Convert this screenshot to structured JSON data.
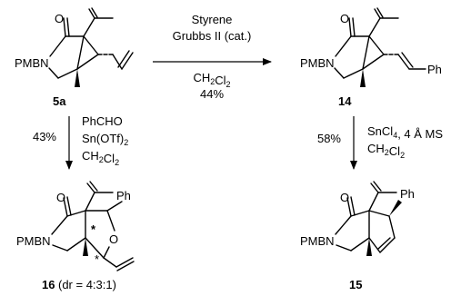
{
  "compounds": {
    "c5a": {
      "group": "PMBN",
      "oxygen": "O",
      "label": "5a"
    },
    "c14": {
      "group": "PMBN",
      "oxygen": "O",
      "substituent": "Ph",
      "label": "14"
    },
    "c16": {
      "group": "PMBN",
      "oxygen": "O",
      "ring_oxygen": "O",
      "substituent": "Ph",
      "stereo_mark_1": "*",
      "stereo_mark_2": "*",
      "label": "16",
      "note": "(dr = 4:3:1)"
    },
    "c15": {
      "group": "PMBN",
      "oxygen": "O",
      "substituent": "Ph",
      "label": "15"
    }
  },
  "reactions": {
    "top": {
      "line1": "Styrene",
      "line2": "Grubbs II (cat.)",
      "solvent": "CH2Cl2",
      "yield": "44%"
    },
    "left": {
      "reagent1": "PhCHO",
      "reagent2": "Sn(OTf)2",
      "solvent": "CH2Cl2",
      "yield": "43%"
    },
    "right": {
      "reagent1": "SnCl4, 4 Å MS",
      "solvent": "CH2Cl2",
      "yield": "58%"
    }
  }
}
